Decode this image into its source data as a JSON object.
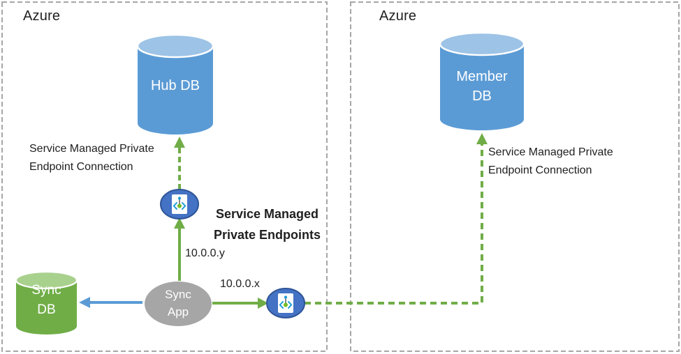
{
  "regions": {
    "left": {
      "label": "Azure"
    },
    "right": {
      "label": "Azure"
    }
  },
  "nodes": {
    "hub_db": {
      "label": "Hub DB"
    },
    "member_db": {
      "line1": "Member",
      "line2": "DB"
    },
    "sync_db": {
      "line1": "Sync",
      "line2": "DB"
    },
    "sync_app": {
      "line1": "Sync",
      "line2": "App"
    }
  },
  "annotations": {
    "hub_connection": {
      "line1": "Service Managed Private",
      "line2": "Endpoint Connection"
    },
    "member_connection": {
      "line1": "Service Managed Private",
      "line2": "Endpoint Connection"
    },
    "endpoints_title": {
      "line1": "Service Managed",
      "line2": "Private Endpoints"
    },
    "ip_to_hub": "10.0.0.y",
    "ip_to_member": "10.0.0.x"
  },
  "icons": {
    "private_endpoint": "private-endpoint-icon"
  },
  "colors": {
    "db_blue": "#5B9BD5",
    "db_blue_top": "#9DC3E6",
    "db_green": "#70AD47",
    "db_green_top": "#A9D18E",
    "app_gray": "#A6A6A6",
    "endpoint_fill": "#4472C4",
    "endpoint_border": "#2F5597",
    "arrow_green": "#70AD47",
    "arrow_blue": "#5B9BD5",
    "region_border": "#A6A6A6",
    "icon_bracket_blue": "#1B9BD7",
    "icon_dot_green": "#76BC21",
    "text_black": "#1F1F1F"
  }
}
